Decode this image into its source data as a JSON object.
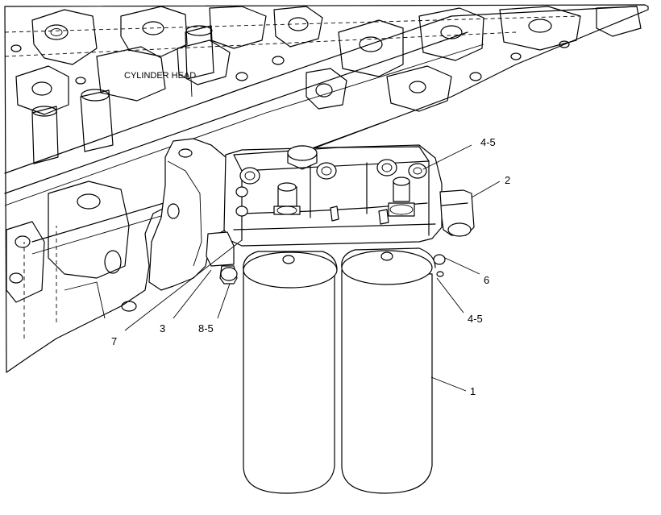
{
  "diagram": {
    "cylinder_head_label": "CYLINDER HEAD",
    "callouts": {
      "c1": "1",
      "c2": "2",
      "c3": "3",
      "c6": "6",
      "c7": "7",
      "c45_top": "4-5",
      "c45_bottom": "4-5",
      "c85": "8-5"
    }
  }
}
